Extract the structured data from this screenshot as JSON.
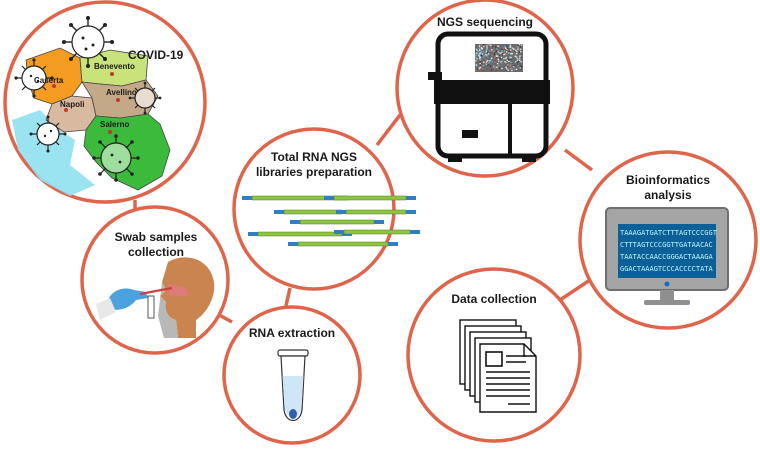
{
  "nodes": {
    "covid": {
      "label": "COVID-19"
    },
    "swab": {
      "line1": "Swab samples",
      "line2": "collection"
    },
    "rna_extraction": {
      "label": "RNA extraction"
    },
    "libraries": {
      "line1": "Total RNA NGS",
      "line2": "libraries preparation"
    },
    "ngs": {
      "label": "NGS sequencing"
    },
    "bioinformatics": {
      "line1": "Bioinformatics",
      "line2": "analysis"
    },
    "data_collection": {
      "label": "Data collection"
    }
  },
  "map_regions": {
    "caserta": "Caserta",
    "benevento": "Benevento",
    "napoli": "Napoli",
    "avellino": "Avellino",
    "salerno": "Salerno"
  },
  "sequences": [
    "TAAAGATGATCTTTAGTCCCGGT",
    "CTTTAGTCCCGGTTGATAACAC",
    "TAATACCAACCGGGACTAAAGA",
    "GGACTAAAGTCCCACCCCTATA"
  ],
  "colors": {
    "ring": "#e0644a",
    "connector": "#e0644a",
    "read_green": "#8fc43f",
    "read_blue": "#2f7fc6",
    "caserta": "#f39c1f",
    "benevento": "#c8e37a",
    "napoli": "#d9b99f",
    "avellino": "#c3a988",
    "salerno": "#3cba3c",
    "sea": "#8fe0f0"
  }
}
